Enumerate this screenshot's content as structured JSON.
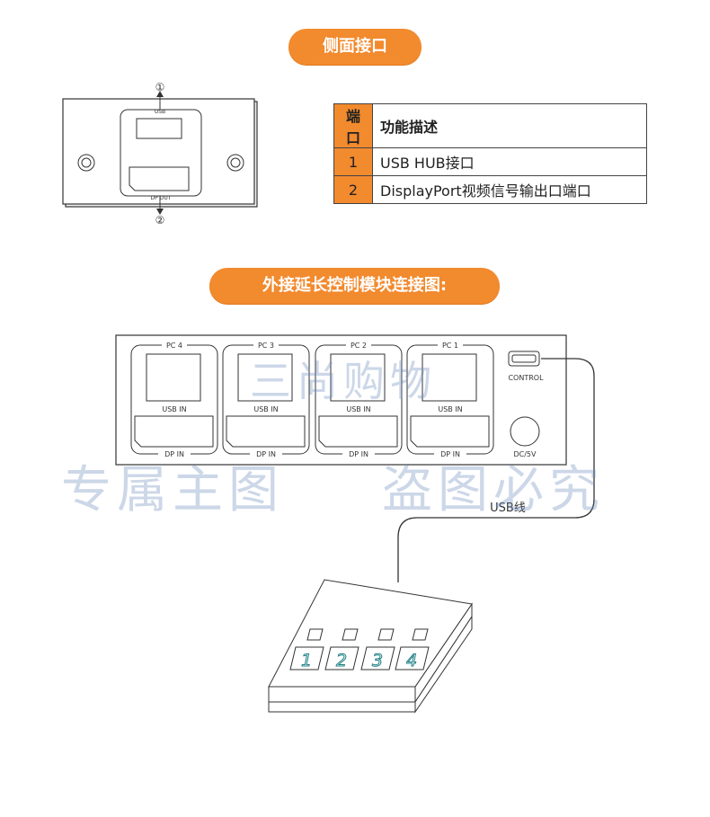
{
  "section_side": {
    "title": "侧面接口"
  },
  "side_panel": {
    "marker_top": "①",
    "marker_bottom": "②",
    "usb_label": "USB",
    "dp_label": "DP OUT"
  },
  "function_table": {
    "header": [
      "端口",
      "功能描述"
    ],
    "rows": [
      {
        "port": "1",
        "desc": "USB HUB接口"
      },
      {
        "port": "2",
        "desc": "DisplayPort视频信号输出口端口"
      }
    ]
  },
  "section_connect": {
    "title": "外接延长控制模块连接图:"
  },
  "switch_panel": {
    "pcs": [
      {
        "name": "PC 4",
        "usb": "USB IN",
        "dp": "DP IN"
      },
      {
        "name": "PC 3",
        "usb": "USB IN",
        "dp": "DP IN"
      },
      {
        "name": "PC 2",
        "usb": "USB IN",
        "dp": "DP IN"
      },
      {
        "name": "PC 1",
        "usb": "USB IN",
        "dp": "DP IN"
      }
    ],
    "control_label": "CONTROL",
    "power_label": "DC/5V"
  },
  "cable_label": "USB线",
  "keypad": {
    "keys": [
      "1",
      "2",
      "3",
      "4"
    ]
  },
  "colors": {
    "accent": "#f28a2e",
    "line": "#333333",
    "key_text": "#1e7f86"
  },
  "watermark": {
    "line1": "三尚购物",
    "left": "专属主图",
    "right": "盗图必究"
  }
}
